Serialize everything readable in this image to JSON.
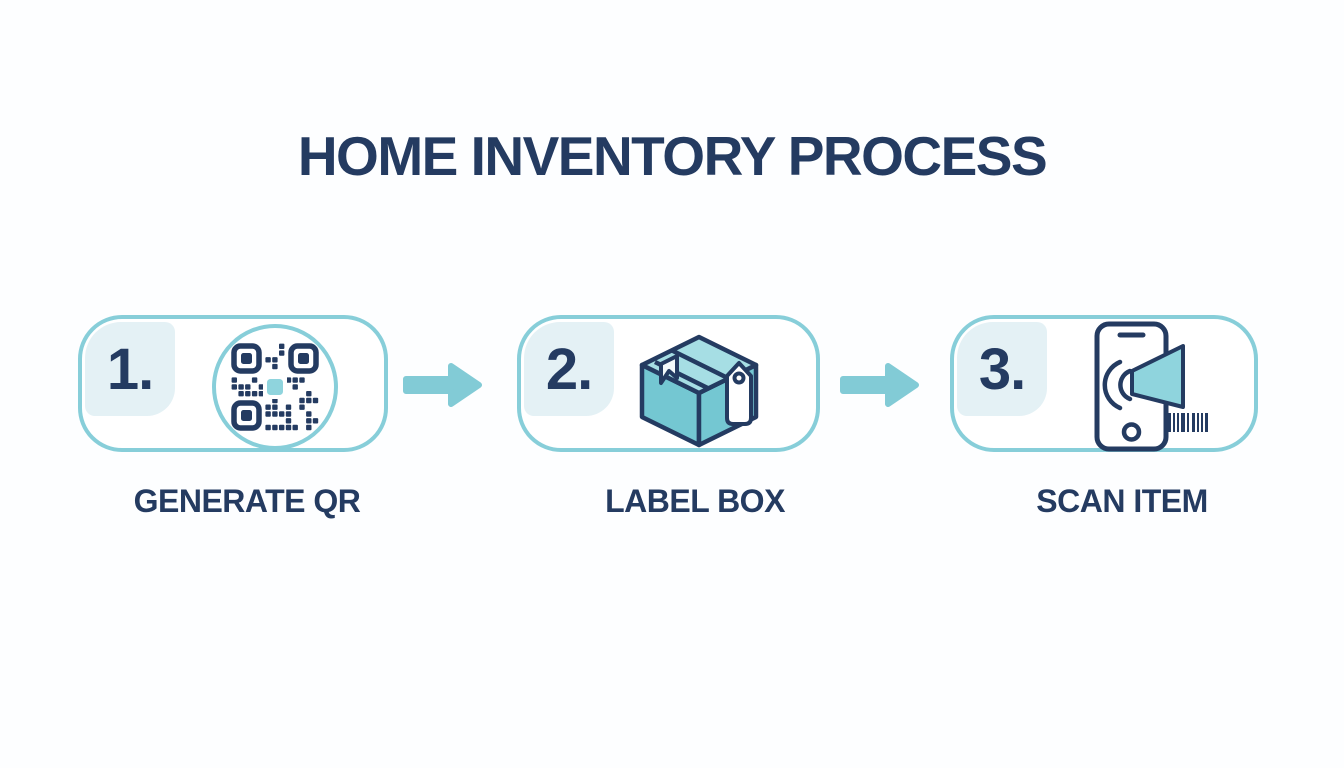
{
  "title": "HOME INVENTORY PROCESS",
  "steps": [
    {
      "number": "1.",
      "label": "GENERATE QR",
      "icon": "qr-code-icon"
    },
    {
      "number": "2.",
      "label": "LABEL BOX",
      "icon": "box-with-tag-icon"
    },
    {
      "number": "3.",
      "label": "SCAN ITEM",
      "icon": "phone-scan-icon"
    }
  ],
  "arrow_count": 2,
  "colors": {
    "navy": "#243b61",
    "teal": "#82cbd6",
    "teal-border": "#87ced9",
    "teal-light": "#8fd4dd",
    "box-top": "#a6dee4",
    "box-side": "#74c7d2",
    "badge-bg": "#e4f1f5",
    "bg": "#fdfeff"
  }
}
